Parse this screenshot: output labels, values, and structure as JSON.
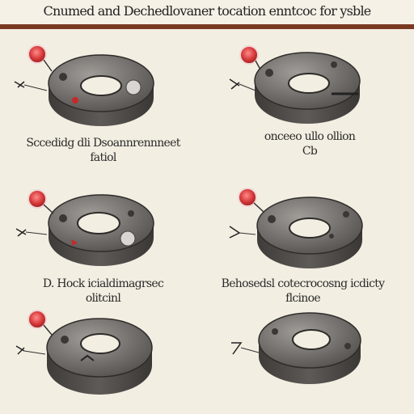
{
  "header": {
    "title": "Cnumed and Dechedlovaner tocation enntcoc for ysble"
  },
  "diagrams": [
    {
      "id": "tl",
      "caption_line1": "Sccedidg dli Dsoannrennneet",
      "caption_line2": "fatiol"
    },
    {
      "id": "tr",
      "caption_line1": "onceeo ullo ollion",
      "caption_line2": "Cb"
    },
    {
      "id": "ml",
      "caption_line1": "D. Hock icialdimagrsec",
      "caption_line2": "olitcinl"
    },
    {
      "id": "mr",
      "caption_line1": "Behosedsl cotecrocosng icdicty",
      "caption_line2": "flcinoe"
    },
    {
      "id": "bl",
      "caption_line1": "",
      "caption_line2": ""
    },
    {
      "id": "br",
      "caption_line1": "",
      "caption_line2": ""
    }
  ],
  "colors": {
    "banner": "#7a3a22",
    "background": "#f3eee2",
    "ring": "#6f6a66",
    "marker": "#d63a3a"
  }
}
